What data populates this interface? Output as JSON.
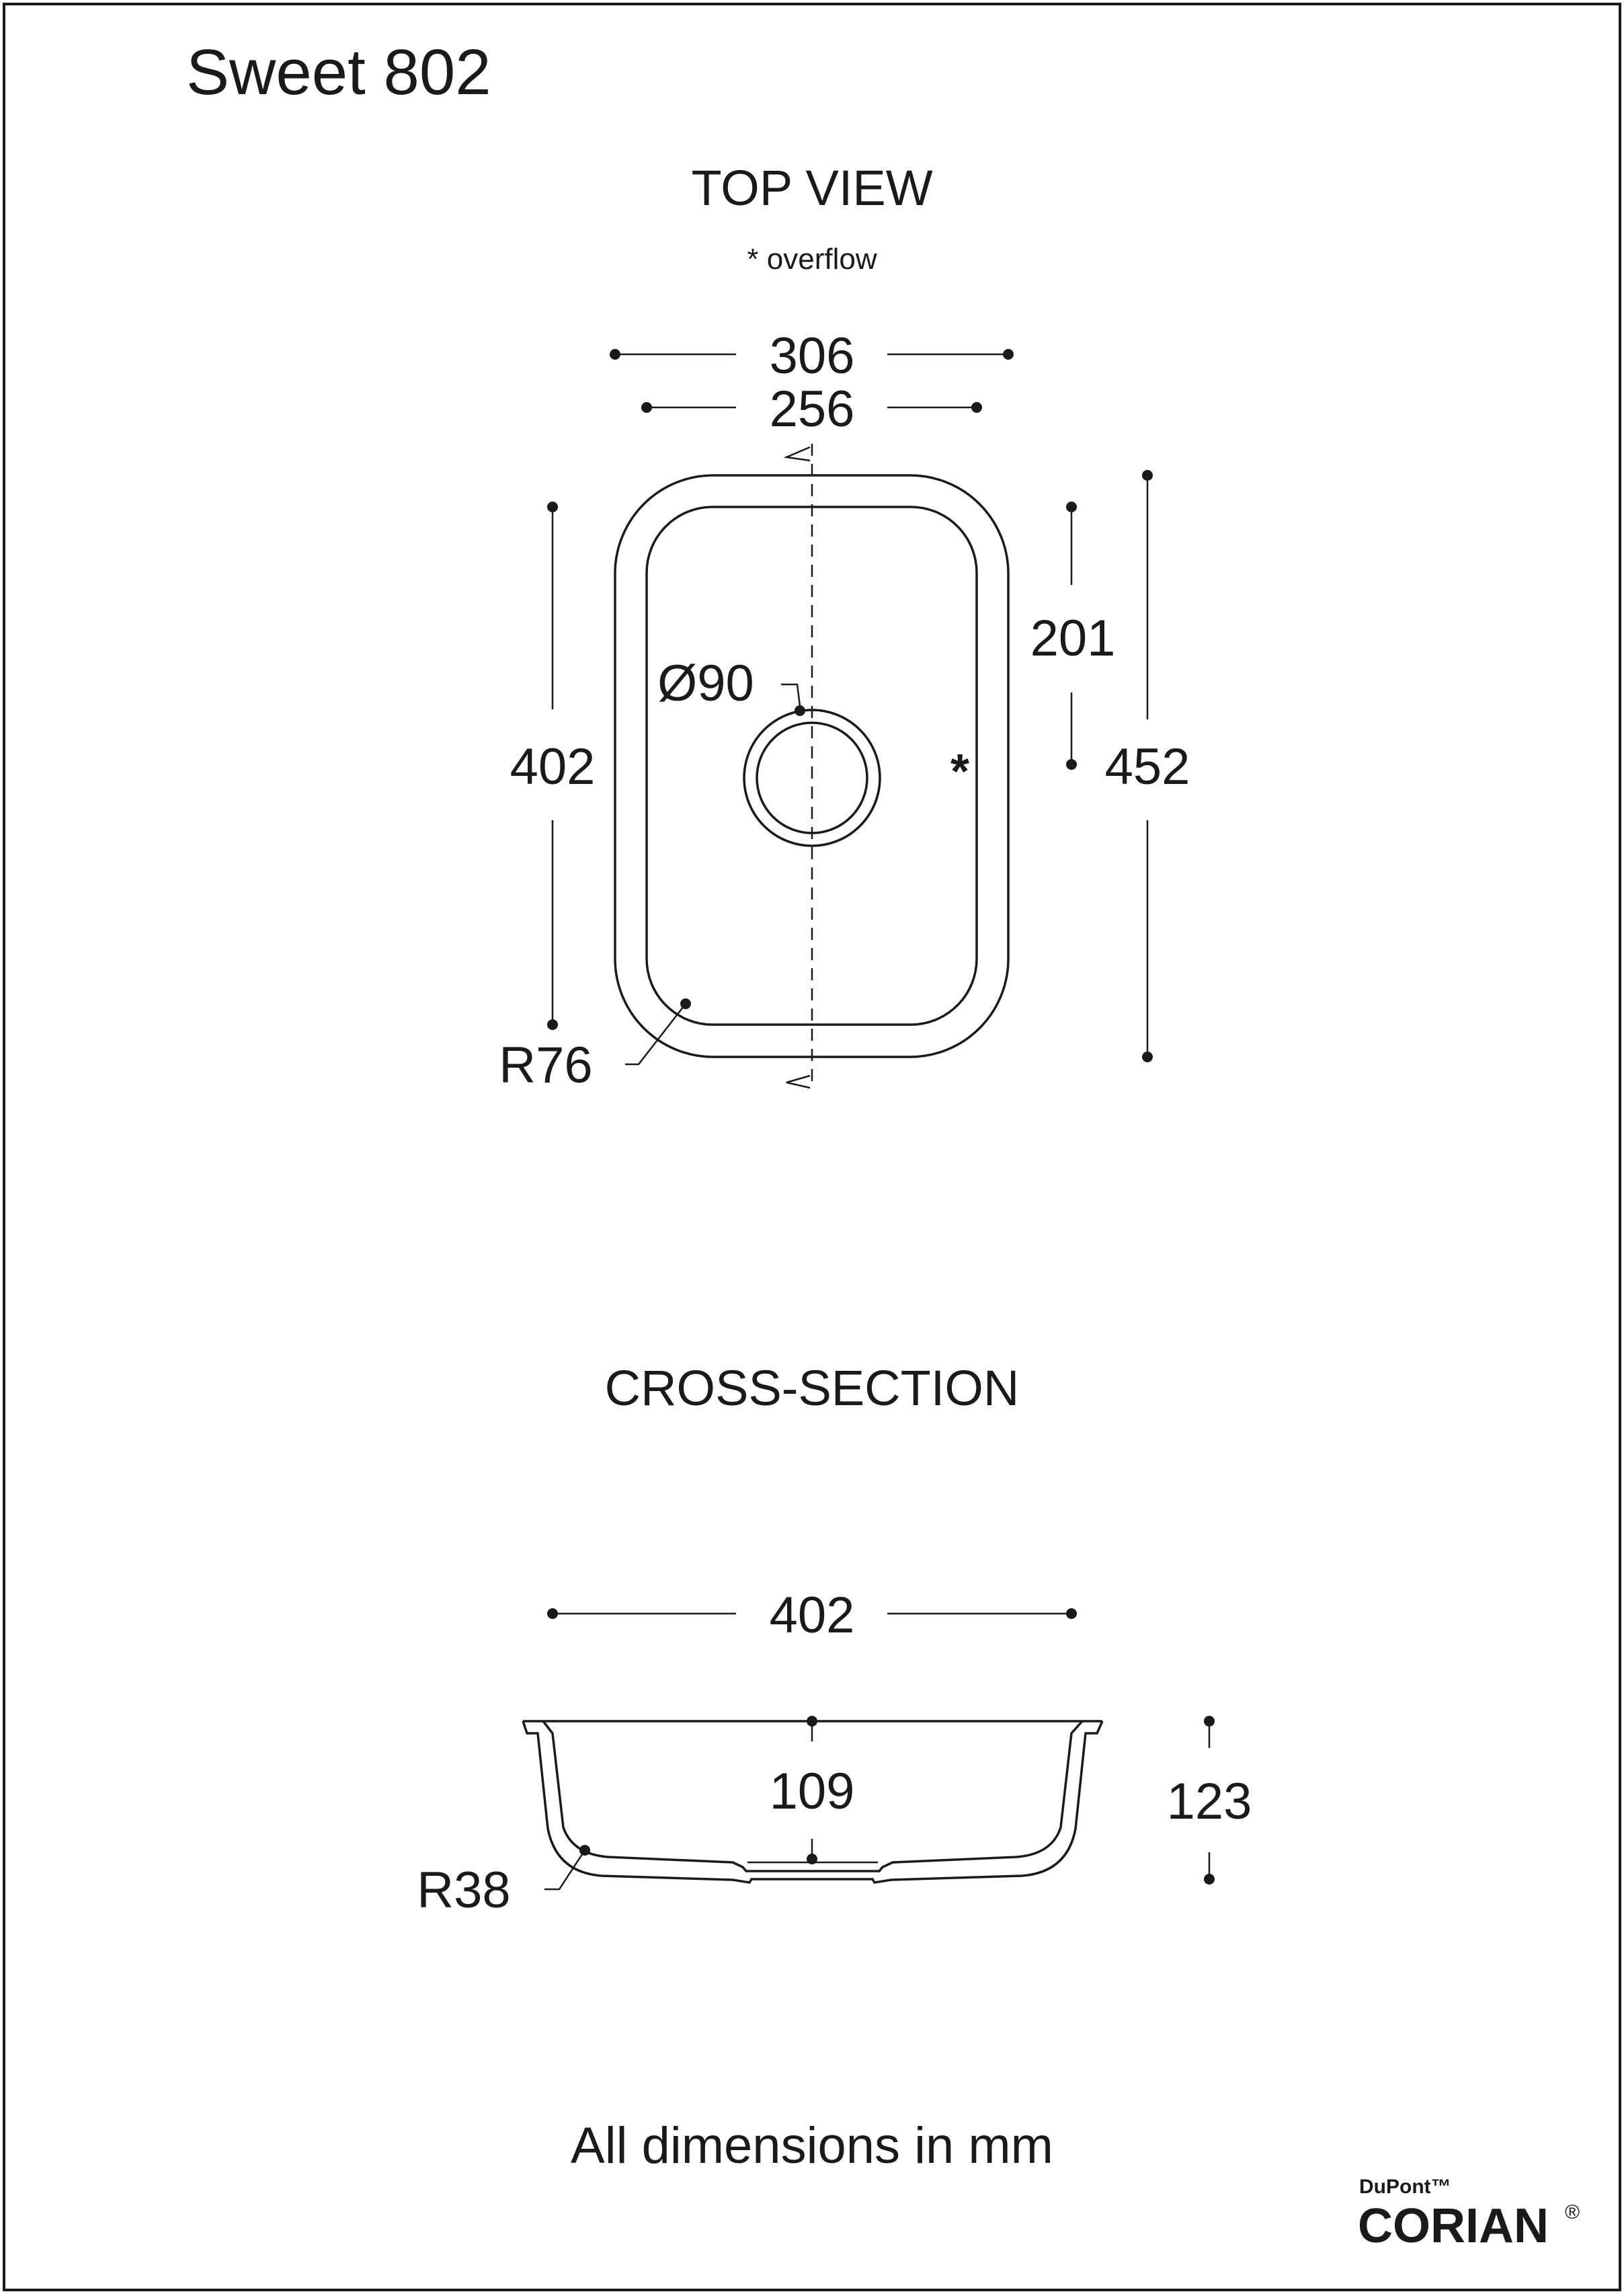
{
  "title": "Sweet 802",
  "top_view": {
    "heading": "TOP VIEW",
    "note": "* overflow",
    "overflow_marker": "*",
    "outer_width": "306",
    "inner_width": "256",
    "inner_length": "402",
    "outer_length": "452",
    "overflow_height": "201",
    "drain_diameter": "Ø90",
    "corner_radius": "R76"
  },
  "cross_section": {
    "heading": "CROSS-SECTION",
    "length": "402",
    "depth": "109",
    "height": "123",
    "corner_radius": "R38"
  },
  "footer": {
    "units_note": "All dimensions in mm"
  },
  "logo": {
    "brand_top": "DuPont™",
    "brand_main": "CORIAN",
    "registered": "®"
  },
  "colors": {
    "ink": "#1a1a1a",
    "background": "#ffffff"
  }
}
